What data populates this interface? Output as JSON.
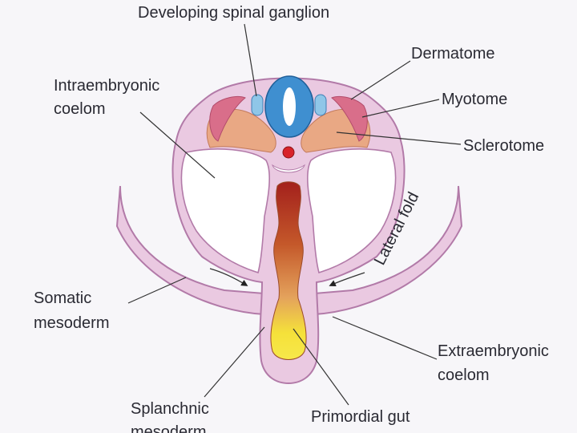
{
  "labels": {
    "developing_spinal_ganglion": "Developing spinal ganglion",
    "dermatome": "Dermatome",
    "intraembryonic_coelom_line1": "Intraembryonic",
    "intraembryonic_coelom_line2": "coelom",
    "myotome": "Myotome",
    "sclerotome": "Sclerotome",
    "lateral_fold": "Lateral fold",
    "somatic_mesoderm_line1": "Somatic",
    "somatic_mesoderm_line2": "mesoderm",
    "extraembryonic_coelom_line1": "Extraembryonic",
    "extraembryonic_coelom_line2": "coelom",
    "splanchnic_mesoderm_line1": "Splanchnic",
    "splanchnic_mesoderm_line2": "mesoderm",
    "primordial_gut": "Primordial gut"
  },
  "colors": {
    "body_pink": "#eac9e1",
    "body_outline": "#b27aa8",
    "coelom_white": "#ffffff",
    "neural_tube_blue": "#3f8fd0",
    "ganglion_blue": "#8fc6e8",
    "sclerotome_orange": "#e9a884",
    "dermomyotome_red": "#d96e8a",
    "notochord_red": "#d8232a",
    "gut_gradient_top": "#a3201c",
    "gut_gradient_mid": "#e4a25c",
    "gut_gradient_bottom": "#f5e13a",
    "text": "#2a2a33"
  }
}
